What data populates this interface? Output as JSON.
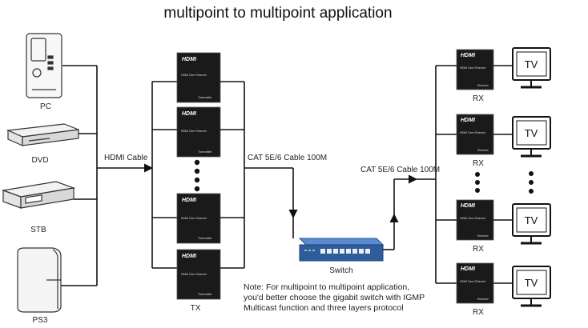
{
  "title": "multipoint to multipoint  application",
  "sources": [
    {
      "label": "PC",
      "icon": "pc-icon"
    },
    {
      "label": "DVD",
      "icon": "dvd-player-icon"
    },
    {
      "label": "STB",
      "icon": "set-top-box-icon"
    },
    {
      "label": "PS3",
      "icon": "game-console-icon"
    }
  ],
  "hdmi_cable_label": "HDMI Cable",
  "cat_cable_left_label": "CAT 5E/6 Cable 100M",
  "cat_cable_right_label": "CAT 5E/6 Cable 100M",
  "box_logo": "HDMI",
  "box_subtitle": "HDMI Over Ethernet",
  "transmitter_text": "Transmitter",
  "receiver_text": "Receiver",
  "tx_label": "TX",
  "rx_label": "RX",
  "tv_label": "TV",
  "switch_label": "Switch",
  "note_lines": [
    "Note: For multipoint to multipoint application,",
    "you'd better choose the gigabit switch with IGMP",
    "Multicast function and three layers protocol"
  ],
  "colors": {
    "line": "#111111",
    "box": "#1a1a1a",
    "switch": "#2e5d9e"
  }
}
